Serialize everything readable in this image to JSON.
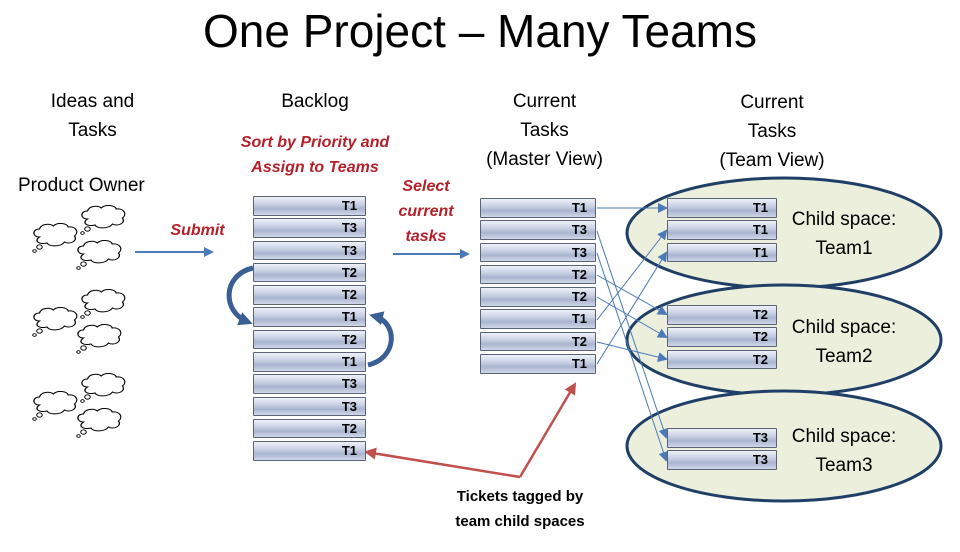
{
  "title": "One Project – Many Teams",
  "columns": {
    "ideas": "Ideas and\nTasks",
    "backlog": "Backlog",
    "master": "Current\nTasks\n(Master View)",
    "team": "Current\nTasks\n(Team View)"
  },
  "product_owner": "Product Owner",
  "labels": {
    "submit": "Submit",
    "sort": "Sort by Priority and\nAssign to Teams",
    "select": "Select\ncurrent\ntasks",
    "tickets": "Tickets tagged by\nteam child spaces"
  },
  "backlog": [
    "T1",
    "T3",
    "T3",
    "T2",
    "T2",
    "T1",
    "T2",
    "T1",
    "T3",
    "T3",
    "T2",
    "T1"
  ],
  "master": [
    "T1",
    "T3",
    "T3",
    "T2",
    "T2",
    "T1",
    "T2",
    "T1"
  ],
  "teams": [
    {
      "label": "Child space:\nTeam1",
      "tasks": [
        "T1",
        "T1",
        "T1"
      ]
    },
    {
      "label": "Child space:\nTeam2",
      "tasks": [
        "T2",
        "T2",
        "T2"
      ]
    },
    {
      "label": "Child space:\nTeam3",
      "tasks": [
        "T3",
        "T3"
      ]
    }
  ],
  "colors": {
    "arrow_blue": "#4a7ab8",
    "arrow_red": "#c0504d",
    "curve_blue": "#3a5f94",
    "ellipse_fill": "#ecefdc",
    "ellipse_stroke": "#1f3f66"
  }
}
